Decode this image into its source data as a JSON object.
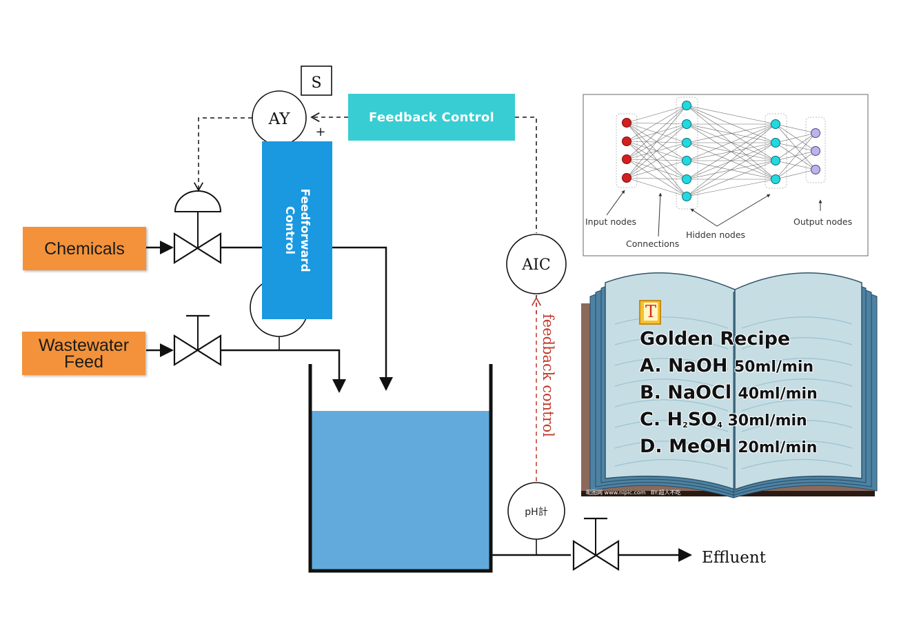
{
  "inputs": {
    "chemicals": "Chemicals",
    "wastewater_feed": [
      "Wastewater",
      "Feed"
    ]
  },
  "controllers": {
    "ay": "AY",
    "aic": "AIC",
    "ph_meter": "pH計",
    "setpoint": "S",
    "plus_sign": "+"
  },
  "labels": {
    "feedback_control_box": "Feedback Control",
    "feedforward_control": [
      "Feedforward",
      "Control"
    ],
    "feedback_control_vertical": "feedback control",
    "effluent": "Effluent"
  },
  "neural_network": {
    "input_nodes": "Input nodes",
    "connections": "Connections",
    "hidden_nodes": "Hidden nodes",
    "output_nodes": "Output nodes"
  },
  "book": {
    "icon_letter": "T",
    "recipe_title": "Golden Recipe",
    "recipe_items": [
      {
        "prefix": "A. NaOH ",
        "rate": "50ml/min"
      },
      {
        "prefix": "B. NaOCl ",
        "rate": "40ml/min"
      },
      {
        "prefix": "D. MeOH ",
        "rate": "20ml/min"
      }
    ],
    "recipe_c": {
      "label": "C. H",
      "sub1": "2",
      "mid": "SO",
      "sub2": "4",
      "rate": " 30ml/min"
    },
    "watermark_left": "昵图网 www.nipic.com",
    "watermark_mid": "BY:超人不吃"
  },
  "colors": {
    "orange": "#f3923a",
    "teal": "#38cdd2",
    "blue": "#1a98e0",
    "water": "#62aadc",
    "feedback_red": "#c0392b",
    "input_node": "#d21f1f",
    "hidden_node": "#22d9e0",
    "output_node": "#b9b5e8"
  }
}
